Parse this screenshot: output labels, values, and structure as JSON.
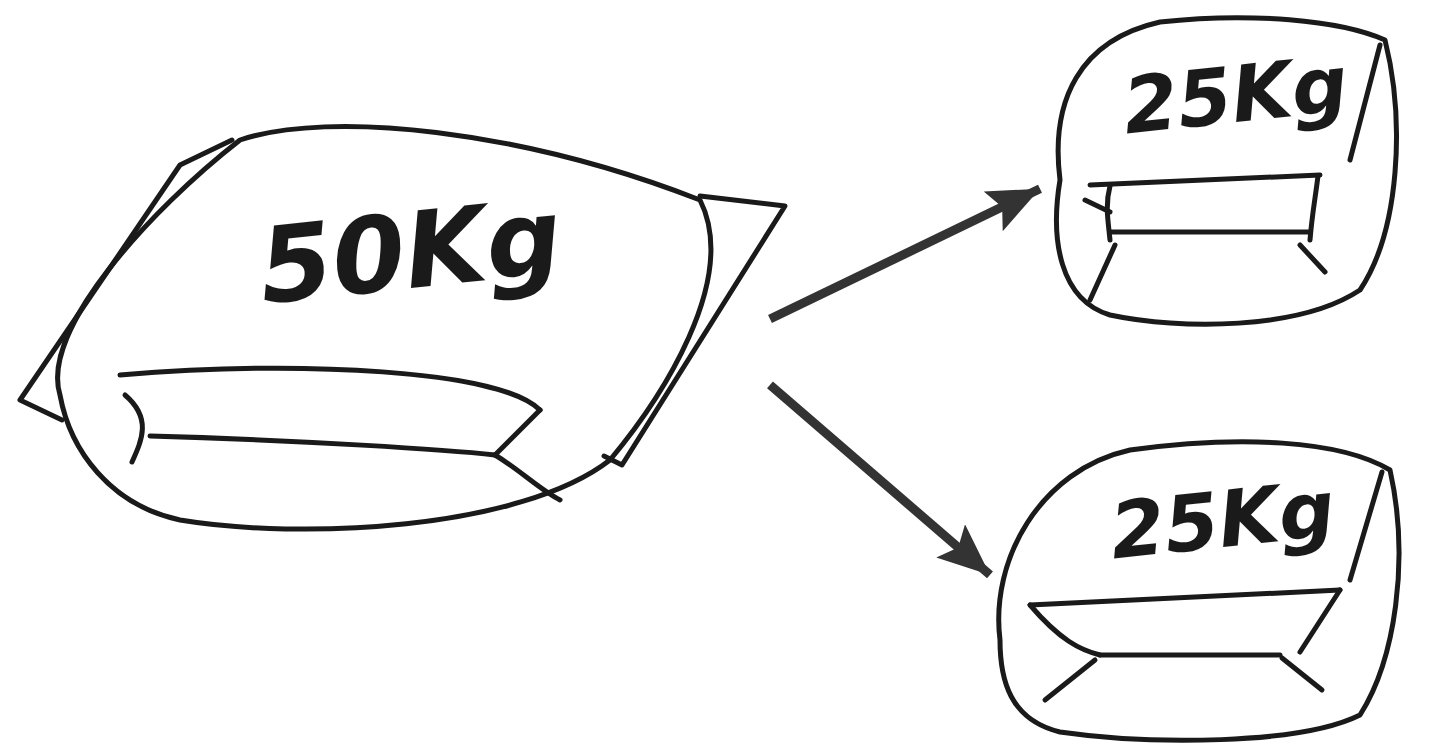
{
  "diagram": {
    "nodes": [
      {
        "text": [
          "50Kg"
        ]
      },
      {
        "text": [
          "25Kg"
        ]
      },
      {
        "text": [
          "25Kg"
        ]
      }
    ],
    "edges": [
      {
        "from": 0,
        "to": 1,
        "arrow": "to"
      },
      {
        "from": 0,
        "to": 2,
        "arrow": "to"
      }
    ]
  }
}
